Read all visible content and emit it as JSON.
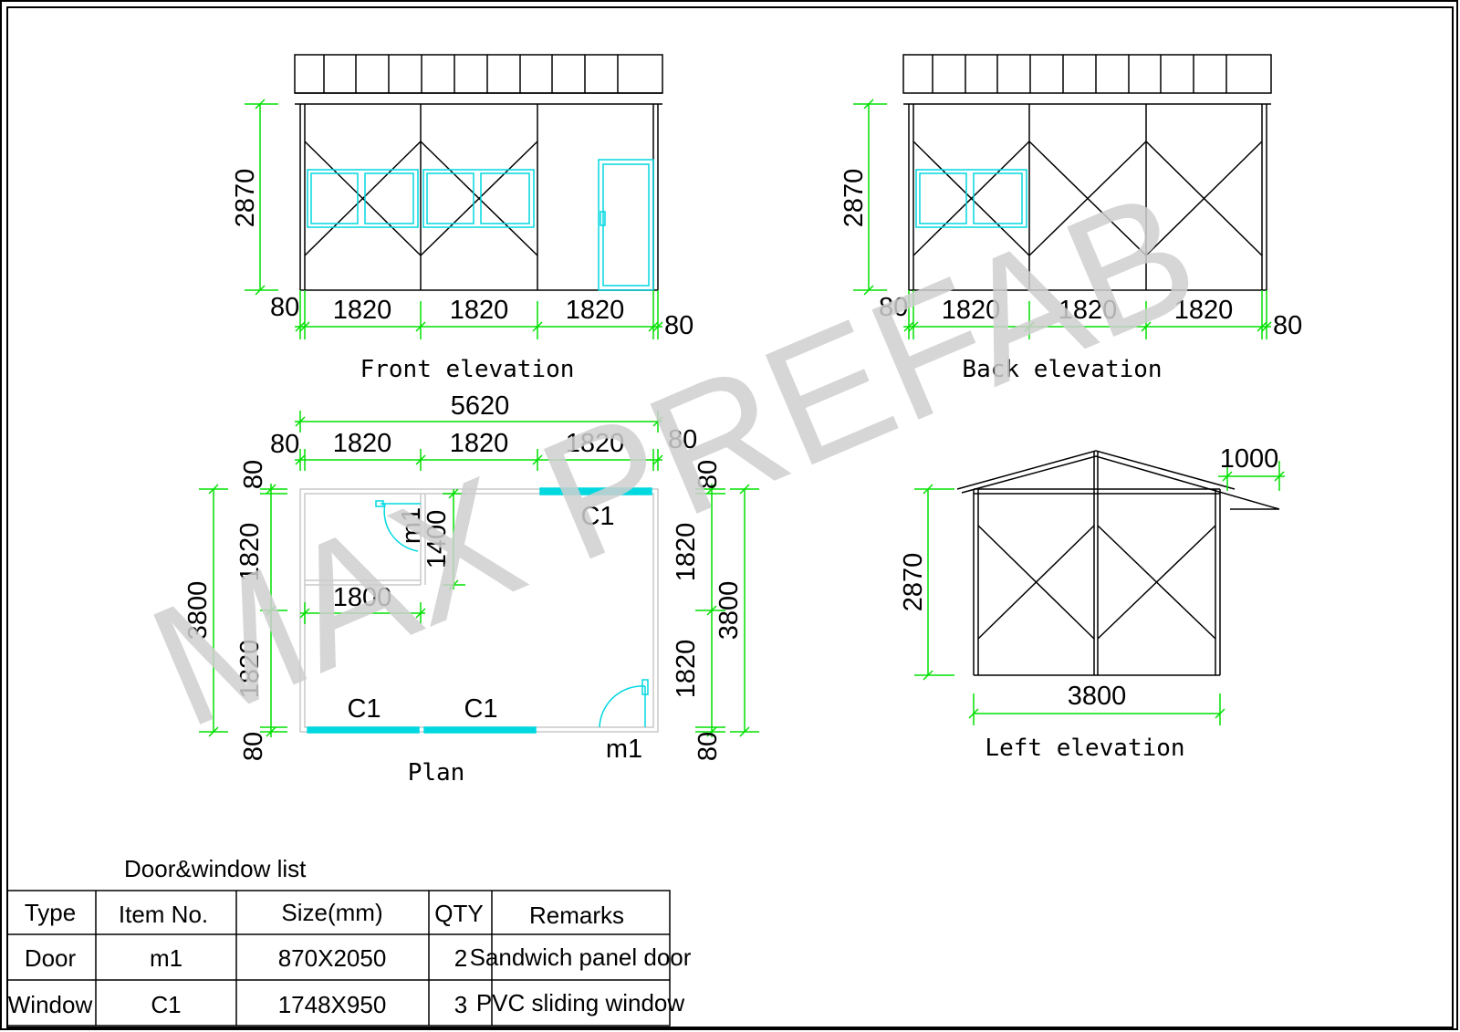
{
  "watermark": "MAX PREFAB",
  "colors": {
    "dimension": "#00e000",
    "opening": "#00d8e0",
    "line": "#000000",
    "watermark": "#cfcfcf"
  },
  "front": {
    "title": "Front elevation",
    "height": "2870",
    "spans": [
      "1820",
      "1820",
      "1820"
    ],
    "left_end": "80",
    "right_end": "80"
  },
  "back": {
    "title": "Back elevation",
    "height": "2870",
    "spans": [
      "1820",
      "1820",
      "1820"
    ],
    "left_end": "80",
    "right_end": "80"
  },
  "plan": {
    "title": "Plan",
    "overall": "5620",
    "top_spans": [
      "1820",
      "1820",
      "1820"
    ],
    "top_left_end": "80",
    "top_right_end": "80",
    "left_total": "3800",
    "left_spans": [
      "1820",
      "1820"
    ],
    "left_top_end": "80",
    "left_bottom_end": "80",
    "right_total": "3800",
    "right_spans": [
      "1820",
      "1820"
    ],
    "right_top_end": "80",
    "right_bottom_end": "80",
    "room_width": "1800",
    "room_depth": "1400",
    "door_tag_inner": "m1",
    "door_tag_outer": "m1",
    "window_tag_top": "C1",
    "window_tag_bottom_1": "C1",
    "window_tag_bottom_2": "C1"
  },
  "left": {
    "title": "Left elevation",
    "height": "2870",
    "width": "3800",
    "overhang": "1000"
  },
  "table": {
    "title": "Door&window list",
    "headers": [
      "Type",
      "Item No.",
      "Size(mm)",
      "QTY",
      "Remarks"
    ],
    "rows": [
      [
        "Door",
        "m1",
        "870X2050",
        "2",
        "Sandwich panel door"
      ],
      [
        "Window",
        "C1",
        "1748X950",
        "3",
        "PVC sliding window"
      ]
    ]
  }
}
